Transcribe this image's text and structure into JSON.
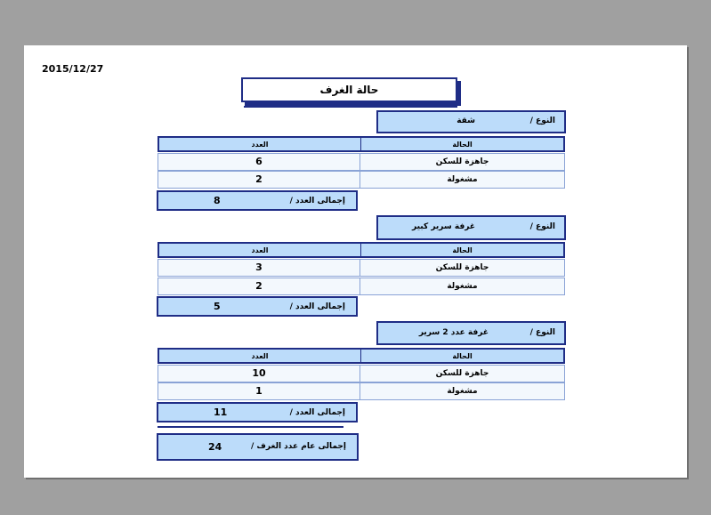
{
  "report": {
    "date": "2015/12/27",
    "title": "حالة الغرف",
    "type_label": "النوع /",
    "status_header": "الحالة",
    "count_header": "العدد",
    "total_label": "إجمالى العدد /",
    "grand_total_label": "إجمالى عام عدد الغرف /",
    "grand_total": "24"
  },
  "groups": [
    {
      "type": "شقة",
      "rows": [
        {
          "status": "جاهزة للسكن",
          "count": "6"
        },
        {
          "status": "مشغولة",
          "count": "2"
        }
      ],
      "total": "8"
    },
    {
      "type": "غرفة سرير كبير",
      "rows": [
        {
          "status": "جاهزة للسكن",
          "count": "3"
        },
        {
          "status": "مشغولة",
          "count": "2"
        }
      ],
      "total": "5"
    },
    {
      "type": "غرفة عدد 2 سرير",
      "rows": [
        {
          "status": "جاهزة للسكن",
          "count": "10"
        },
        {
          "status": "مشغولة",
          "count": "1"
        }
      ],
      "total": "11"
    }
  ]
}
